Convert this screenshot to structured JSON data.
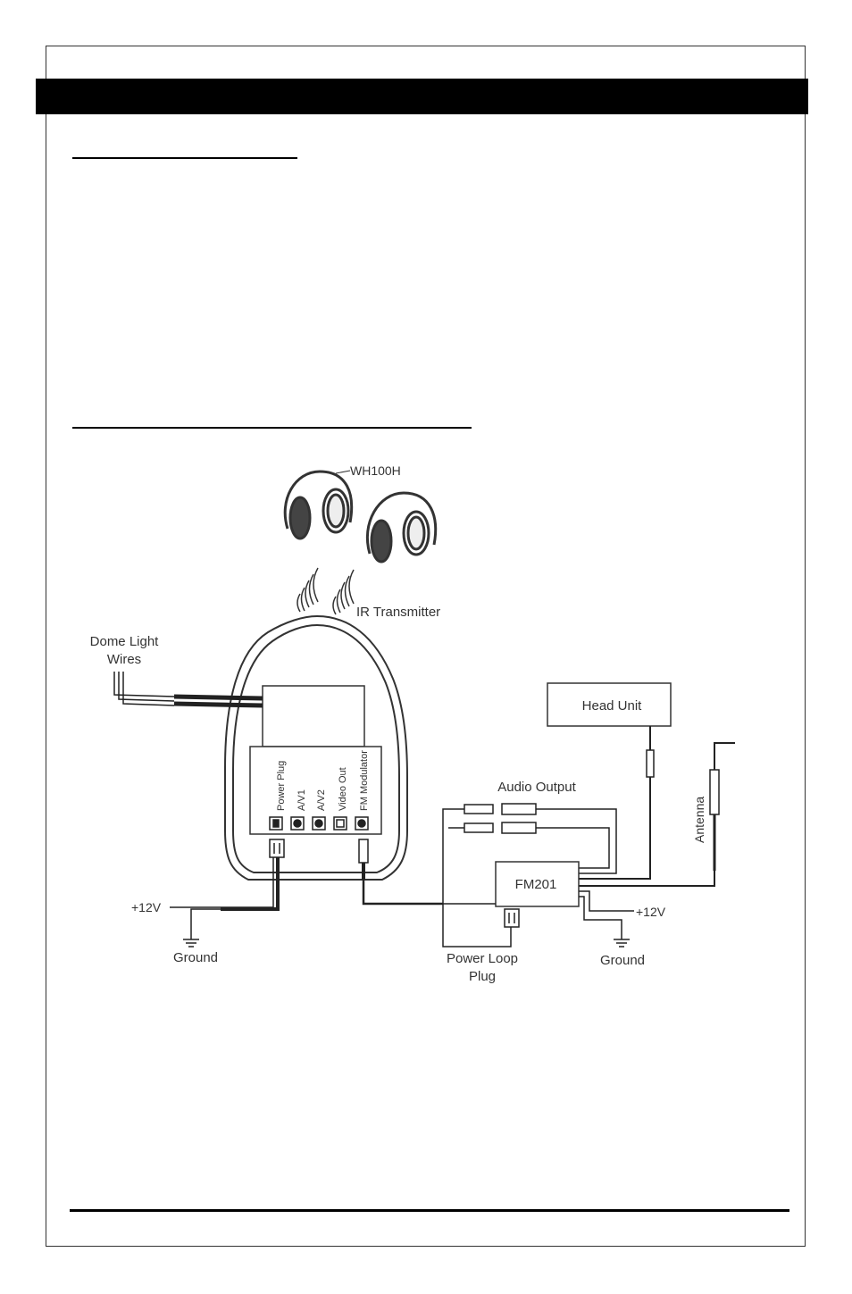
{
  "diagram": {
    "headphones_label": "WH100H",
    "ir_label": "IR Transmitter",
    "dome_light_label": [
      "Dome Light",
      "Wires"
    ],
    "ports": [
      "Power Plug",
      "A/V1",
      "A/V2",
      "Video Out",
      "FM Modulator"
    ],
    "head_unit_label": "Head Unit",
    "audio_output_label": "Audio Output",
    "antenna_label": "Antenna",
    "fm201_label": "FM201",
    "plus12v_left": "+12V",
    "ground_left": "Ground",
    "plus12v_right": "+12V",
    "ground_right": "Ground",
    "power_loop_label": [
      "Power Loop",
      "Plug"
    ]
  }
}
